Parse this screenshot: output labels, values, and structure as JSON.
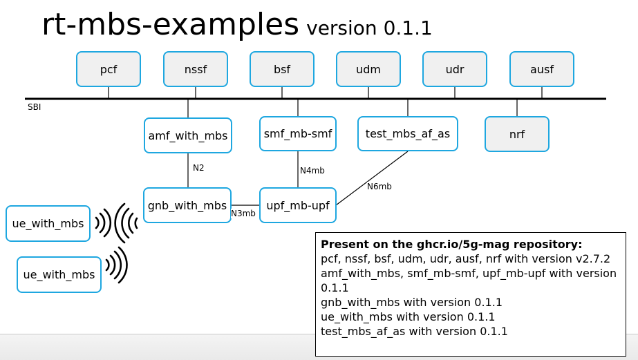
{
  "title": {
    "main": "rt-mbs-examples",
    "version": "version 0.1.1"
  },
  "bus": {
    "label": "SBI"
  },
  "core_functions": [
    {
      "label": "pcf"
    },
    {
      "label": "nssf"
    },
    {
      "label": "bsf"
    },
    {
      "label": "udm"
    },
    {
      "label": "udr"
    },
    {
      "label": "ausf"
    }
  ],
  "nodes": {
    "amf": "amf_with_mbs",
    "smf": "smf_mb-smf",
    "test_af": "test_mbs_af_as",
    "nrf": "nrf",
    "gnb": "gnb_with_mbs",
    "upf": "upf_mb-upf",
    "ue1": "ue_with_mbs",
    "ue2": "ue_with_mbs"
  },
  "interfaces": {
    "n2": "N2",
    "n4mb": "N4mb",
    "n6mb": "N6mb",
    "n3mb": "N3mb"
  },
  "note": {
    "heading": "Present on the ghcr.io/5g-mag repository:",
    "lines": [
      "pcf, nssf, bsf, udm, udr, ausf, nrf with version v2.7.2",
      "amf_with_mbs, smf_mb-smf, upf_mb-upf with version 0.1.1",
      "gnb_with_mbs with version 0.1.1",
      "ue_with_mbs with version 0.1.1",
      "test_mbs_af_as with version 0.1.1"
    ]
  },
  "colors": {
    "node_border": "#1ea7e0",
    "node_fill_gray": "#f0f0f0"
  },
  "icons": [
    "radio-waves-icon"
  ]
}
